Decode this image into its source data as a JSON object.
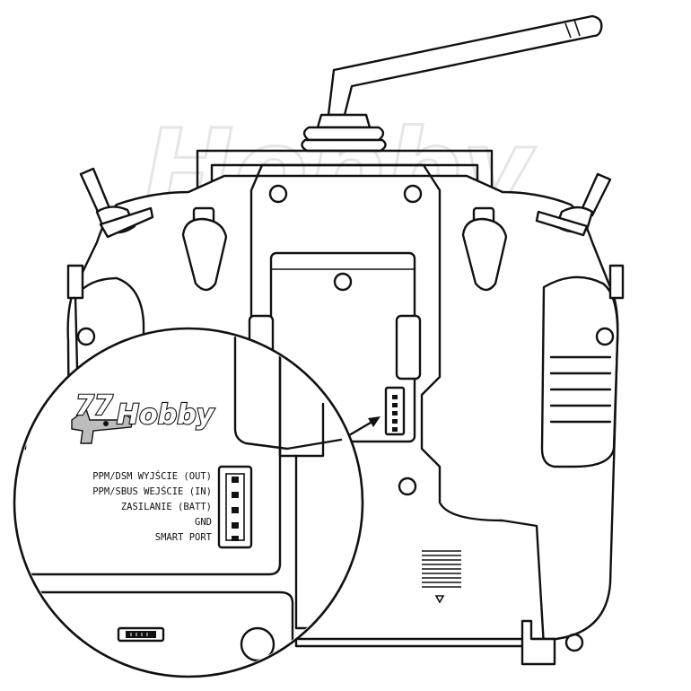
{
  "watermark": {
    "text": "Hobby"
  },
  "logo": {
    "text": "Hobby",
    "mark_text": "77"
  },
  "connector": {
    "pin_labels": [
      "PPM/DSM WYJŚCIE (OUT)",
      "PPM/SBUS WEJŚCIE (IN)",
      "ZASILANIE (BATT)",
      "GND",
      "SMART PORT"
    ]
  },
  "icons": [
    "antenna-icon",
    "arrow-icon",
    "triangle-down-icon",
    "usb-port-icon",
    "plane-icon"
  ]
}
